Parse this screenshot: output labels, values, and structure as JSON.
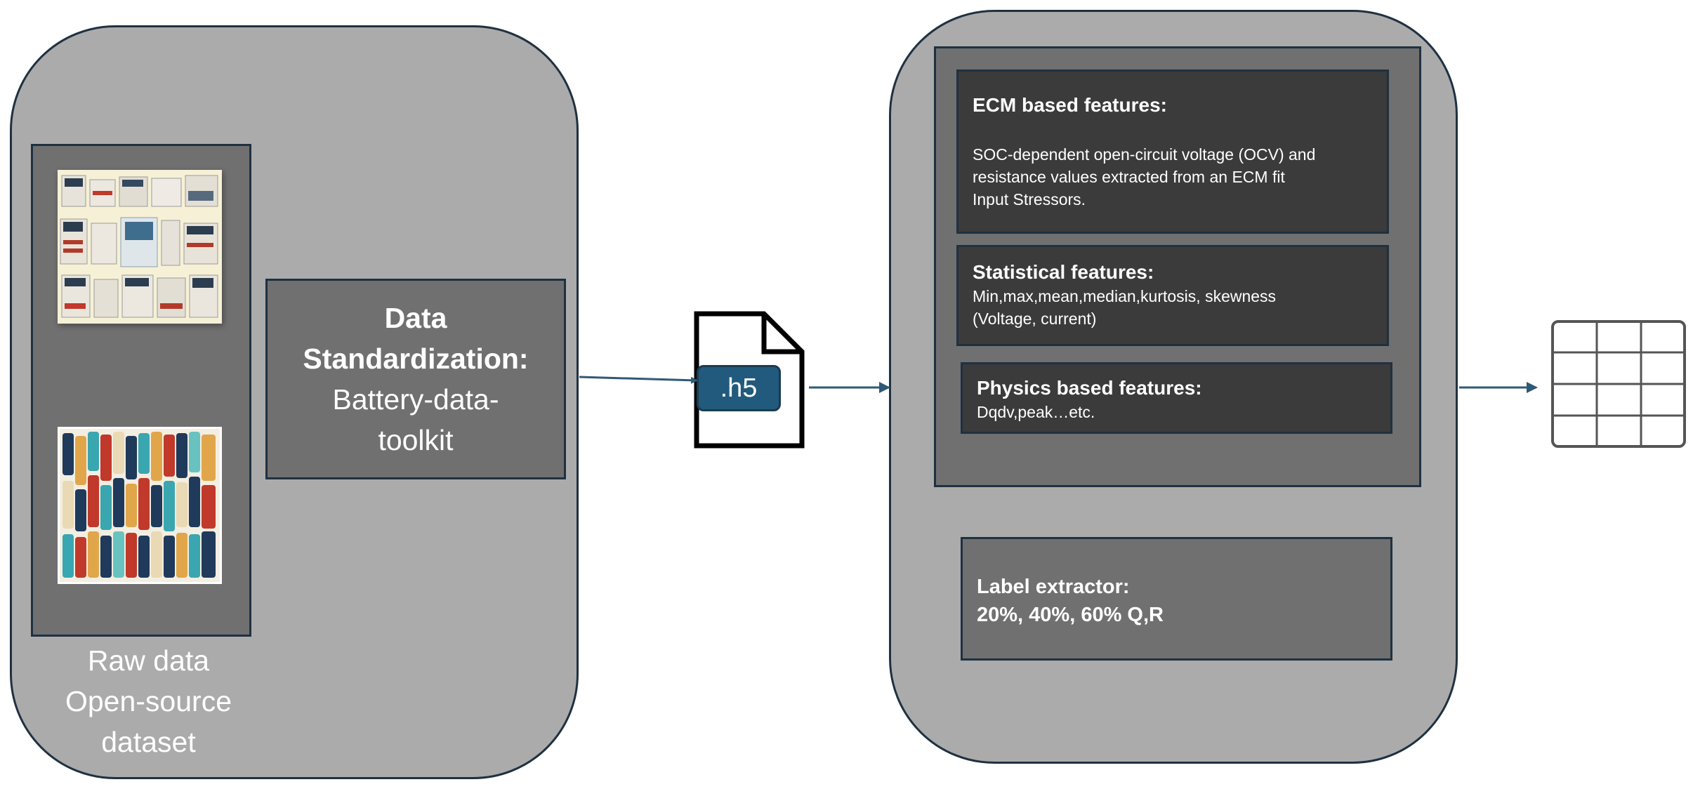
{
  "left_panel": {
    "raw_caption_lines": [
      "Raw data",
      "Open-source",
      "dataset"
    ],
    "standardization": {
      "title_line1": "Data",
      "title_line2": "Standardization:",
      "subtitle": "Battery-data-toolkit"
    }
  },
  "file": {
    "label": ".h5"
  },
  "right_panel": {
    "ecm": {
      "title": "ECM based features:",
      "line1": "SOC-dependent open-circuit voltage (OCV) and",
      "line2": "resistance values extracted from an ECM fit",
      "line3": "Input Stressors."
    },
    "statistical": {
      "title": "Statistical features:",
      "line1": "Min,max,mean,median,kurtosis, skewness",
      "line2": "(Voltage, current)"
    },
    "physics": {
      "title": "Physics based features:",
      "line1": "Dqdv,peak…etc."
    },
    "label_extractor": {
      "title": "Label extractor:",
      "line1": "20%, 40%, 60% Q,R"
    }
  },
  "colors": {
    "panel_gray": "#ababab",
    "box_gray": "#707070",
    "feature_dark": "#3b3b3b",
    "border_navy": "#1f3141",
    "arrow_blue": "#2e5a78",
    "h5_badge": "#215a7c"
  },
  "icons": [
    "file-icon",
    "table-icon",
    "machines-image",
    "batteries-image"
  ]
}
